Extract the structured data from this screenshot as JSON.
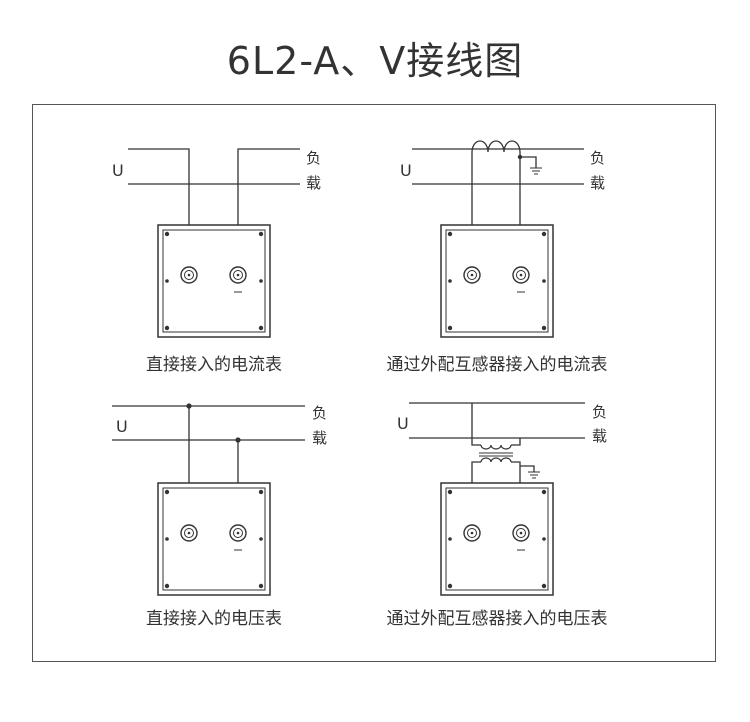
{
  "title": "6L2-A、V接线图",
  "line_label": "U",
  "load_label_1": "负",
  "load_label_2": "载",
  "diagrams": [
    {
      "caption": "直接接入的电流表"
    },
    {
      "caption": "通过外配互感器接入的电流表"
    },
    {
      "caption": "直接接入的电压表"
    },
    {
      "caption": "通过外配互感器接入的电压表"
    }
  ]
}
